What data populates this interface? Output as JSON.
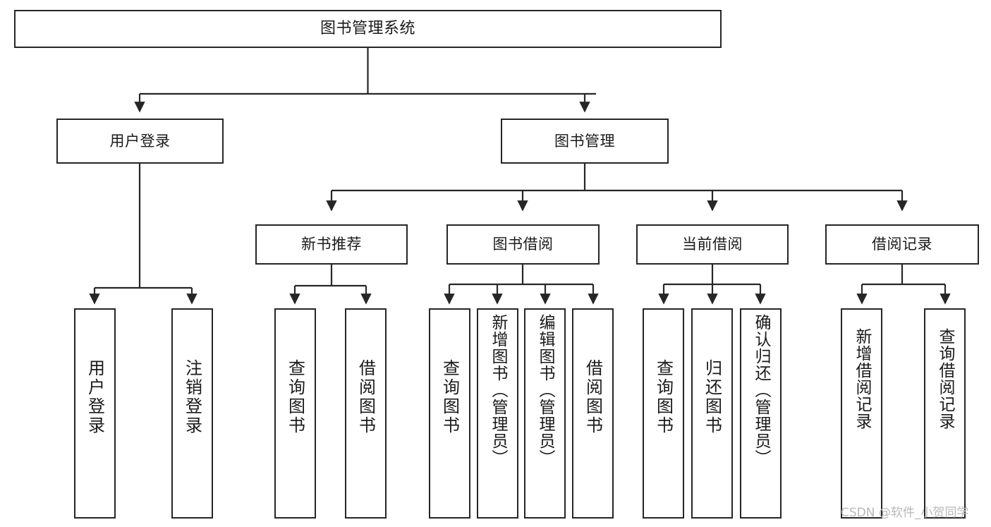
{
  "diagram": {
    "title": "图书管理系统",
    "type": "tree-hierarchy",
    "root": {
      "label": "图书管理系统"
    },
    "level2": [
      {
        "label": "用户登录"
      },
      {
        "label": "图书管理"
      }
    ],
    "level3": [
      {
        "label": "新书推荐"
      },
      {
        "label": "图书借阅"
      },
      {
        "label": "当前借阅"
      },
      {
        "label": "借阅记录"
      }
    ],
    "leaves": {
      "user_login": [
        {
          "label": "用户登录"
        },
        {
          "label": "注销登录"
        }
      ],
      "new_book_rec": [
        {
          "label": "查询图书"
        },
        {
          "label": "借阅图书"
        }
      ],
      "book_borrow": [
        {
          "label": "查询图书"
        },
        {
          "label": "新增图书（管理员）"
        },
        {
          "label": "编辑图书（管理员）"
        },
        {
          "label": "借阅图书"
        }
      ],
      "current_borrow": [
        {
          "label": "查询图书"
        },
        {
          "label": "归还图书"
        },
        {
          "label": "确认归还（管理员）"
        }
      ],
      "borrow_record": [
        {
          "label": "新增借阅记录"
        },
        {
          "label": "查询借阅记录"
        }
      ]
    }
  },
  "watermark": {
    "text": "CSDN @软件_小贺同学"
  },
  "colors": {
    "stroke": "#262626",
    "background": "#ffffff",
    "text": "#1a1a1a",
    "watermark": "#b8b8b8"
  }
}
